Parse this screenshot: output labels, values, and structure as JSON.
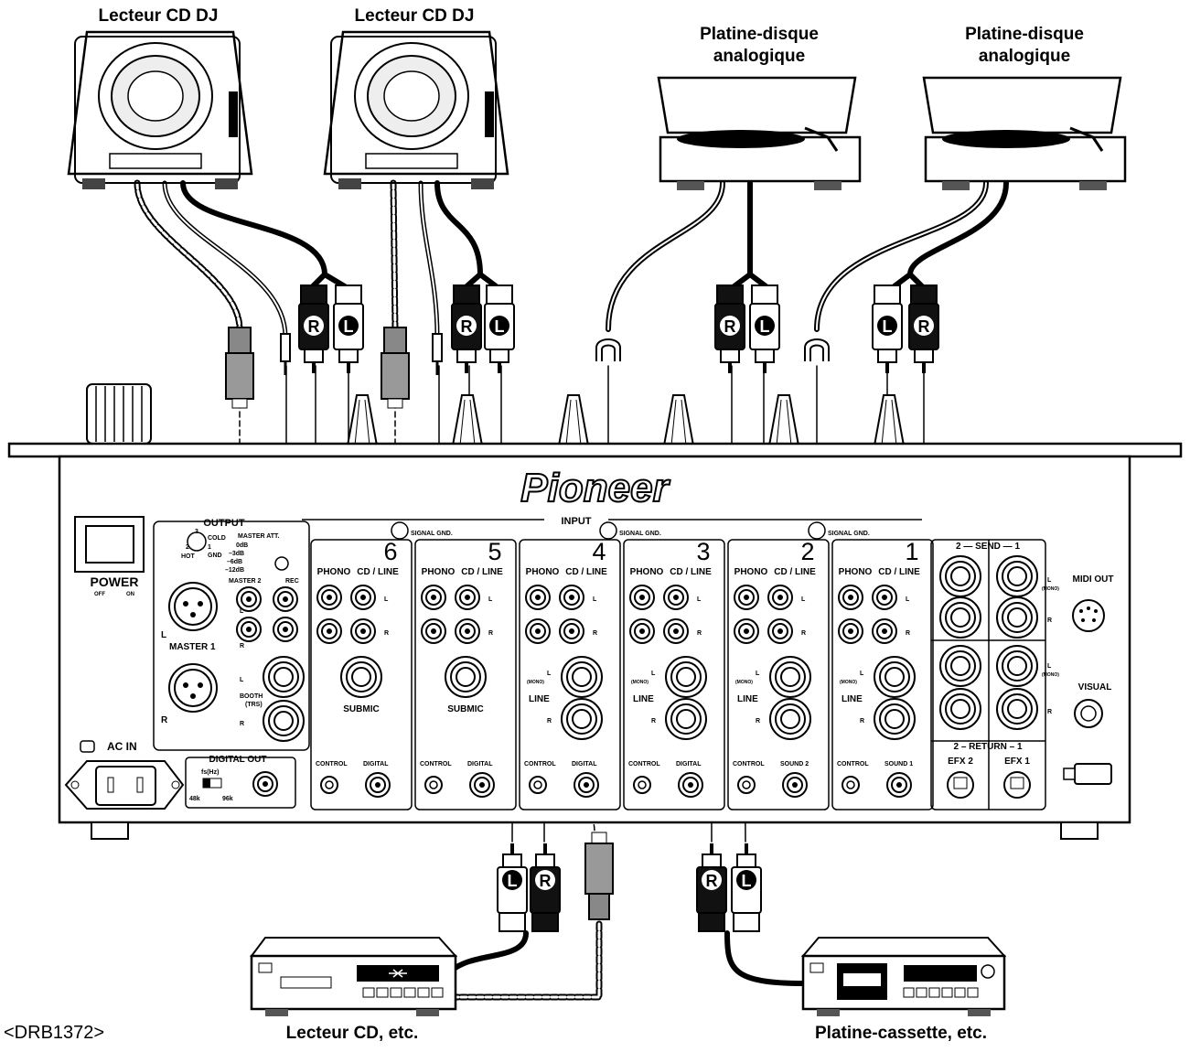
{
  "devices": {
    "cdj_left_label": "Lecteur CD DJ",
    "cdj_right_label": "Lecteur CD DJ",
    "turntable_left_label": "Platine-disque\nanalogique",
    "turntable_right_label": "Platine-disque\nanalogique",
    "cd_player_label": "Lecteur CD, etc.",
    "cassette_label": "Platine-cassette, etc."
  },
  "page_code": "<DRB1372>",
  "mixer": {
    "brand": "Pioneer",
    "power": {
      "label": "POWER",
      "off": "OFF",
      "on": "ON"
    },
    "ac_in": "AC IN",
    "output": {
      "title": "OUTPUT",
      "pins": [
        "3",
        "COLD",
        "2",
        "HOT",
        "1",
        "GND"
      ],
      "master_att": "MASTER ATT.",
      "att_levels": [
        "0dB",
        "–3dB",
        "–6dB",
        "–12dB"
      ],
      "master2": "MASTER 2",
      "rec": "REC",
      "master1": "MASTER  1",
      "booth": "BOOTH",
      "trs": "(TRS)",
      "l": "L",
      "r": "R"
    },
    "digital_out": {
      "title": "DIGITAL  OUT",
      "fs": "fs(Hz)",
      "f48": "48k",
      "f96": "96k"
    },
    "input_title": "INPUT",
    "signal_gnd": "SIGNAL GND.",
    "channels": [
      {
        "number": "6",
        "phono": "PHONO",
        "cd_line": "CD / LINE",
        "lower": "SUBMIC",
        "control": "CONTROL",
        "digital": "DIGITAL"
      },
      {
        "number": "5",
        "phono": "PHONO",
        "cd_line": "CD / LINE",
        "lower": "SUBMIC",
        "control": "CONTROL",
        "digital": "DIGITAL"
      },
      {
        "number": "4",
        "phono": "PHONO",
        "cd_line": "CD / LINE",
        "lower": "LINE",
        "control": "CONTROL",
        "digital": "DIGITAL"
      },
      {
        "number": "3",
        "phono": "PHONO",
        "cd_line": "CD / LINE",
        "lower": "LINE",
        "control": "CONTROL",
        "digital": "DIGITAL"
      },
      {
        "number": "2",
        "phono": "PHONO",
        "cd_line": "CD / LINE",
        "lower": "LINE",
        "control": "CONTROL",
        "digital": "SOUND  2"
      },
      {
        "number": "1",
        "phono": "PHONO",
        "cd_line": "CD / LINE",
        "lower": "LINE",
        "control": "CONTROL",
        "digital": "SOUND  1"
      }
    ],
    "mono": "(MONO)",
    "send": "2 — SEND — 1",
    "return": "2 – RETURN – 1",
    "efx2": "EFX 2",
    "efx1": "EFX 1",
    "midi_out": "MIDI OUT",
    "visual": "VISUAL"
  },
  "plug_letters": {
    "right": "R",
    "left": "L"
  }
}
